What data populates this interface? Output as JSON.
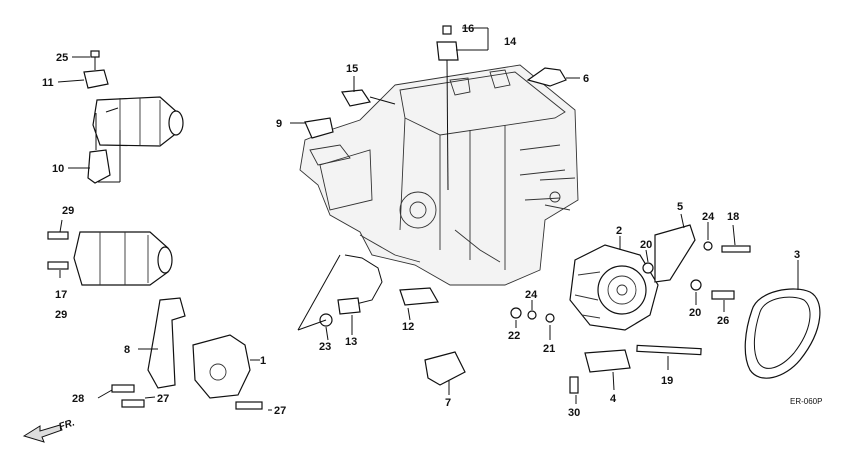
{
  "callouts": {
    "c1": "1",
    "c2": "2",
    "c3": "3",
    "c4": "4",
    "c5": "5",
    "c6": "6",
    "c7": "7",
    "c8": "8",
    "c9": "9",
    "c10": "10",
    "c11": "11",
    "c12": "12",
    "c13": "13",
    "c14": "14",
    "c15": "15",
    "c16": "16",
    "c17": "17",
    "c18": "18",
    "c19": "19",
    "c20a": "20",
    "c20b": "20",
    "c21": "21",
    "c22": "22",
    "c23": "23",
    "c24a": "24",
    "c24b": "24",
    "c25": "25",
    "c26": "26",
    "c27a": "27",
    "c27b": "27",
    "c28": "28",
    "c29a": "29",
    "c29b": "29",
    "c30": "30"
  },
  "diagram_code": "ER-060P",
  "front_label": "FR."
}
